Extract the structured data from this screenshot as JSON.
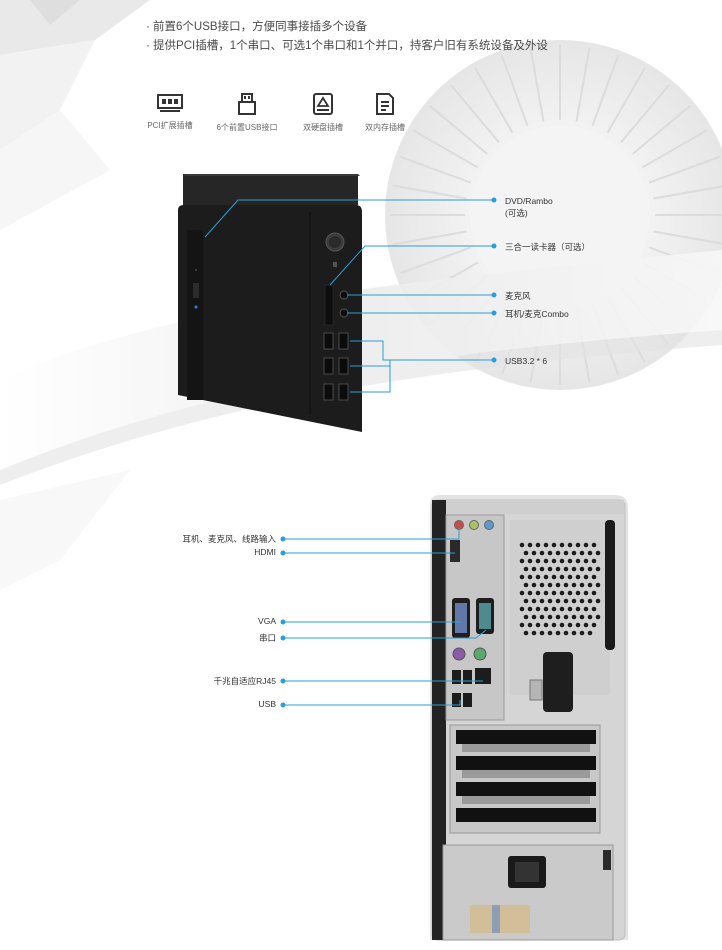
{
  "bullets": [
    "· 前置6个USB接口，方便同事接插多个设备",
    "· 提供PCI插槽，1个串口、可选1个串口和1个并口，持客户旧有系统设备及外设"
  ],
  "features": [
    {
      "icon": "pci-card-icon",
      "label": "PCI扩展插槽"
    },
    {
      "icon": "usb-icon",
      "label": "6个前置USB接口"
    },
    {
      "icon": "hdd-icon",
      "label": "双硬盘插槽"
    },
    {
      "icon": "memory-icon",
      "label": "双内存插槽"
    }
  ],
  "front_callouts": [
    {
      "label": "DVD/Rambo",
      "sub": "(可选)"
    },
    {
      "label": "三合一读卡器（可选）",
      "sub": ""
    },
    {
      "label": "麦克风",
      "sub": ""
    },
    {
      "label": "耳机/麦克Combo",
      "sub": ""
    },
    {
      "label": "USB3.2 * 6",
      "sub": ""
    }
  ],
  "rear_callouts": [
    {
      "label": "耳机、麦克风、线路输入"
    },
    {
      "label": "HDMI"
    },
    {
      "label": "VGA"
    },
    {
      "label": "串口"
    },
    {
      "label": "千兆自适应RJ45"
    },
    {
      "label": "USB"
    }
  ],
  "colors": {
    "accent": "#2a9fd6",
    "case_dark": "#1e1e1e"
  }
}
